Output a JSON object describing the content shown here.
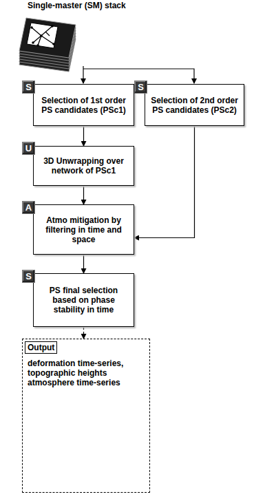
{
  "diagram": {
    "title": "Single-master (SM) stack",
    "nodes": [
      {
        "text": [
          "S"
        ]
      },
      {
        "text": [
          "Selection of 1st order PS candidates (PSc1)"
        ]
      },
      {
        "text": [
          "S"
        ]
      },
      {
        "text": [
          "Selection of 2nd order PS candidates (PSc2)"
        ]
      },
      {
        "text": [
          "U"
        ]
      },
      {
        "text": [
          "3D Unwrapping over network of PSc1"
        ]
      },
      {
        "text": [
          "A"
        ]
      },
      {
        "text": [
          "Atmo mitigation by filtering in time and space"
        ]
      },
      {
        "text": [
          "S"
        ]
      },
      {
        "text": [
          "PS final selection based on phase stability in time"
        ]
      },
      {
        "text": [
          "deformation time-series, topographic heights atmosphere time-series"
        ]
      },
      {
        "text": [
          "Output"
        ],
        "in": 10
      }
    ],
    "edges": [
      {
        "from": 1,
        "to": 5,
        "arrow": "to"
      },
      {
        "from": 5,
        "to": 7,
        "arrow": "to"
      },
      {
        "from": 3,
        "to": 7,
        "arrow": "to"
      },
      {
        "from": 7,
        "to": 9,
        "arrow": "to"
      },
      {
        "from": 9,
        "to": 10,
        "arrow": "to"
      }
    ]
  }
}
